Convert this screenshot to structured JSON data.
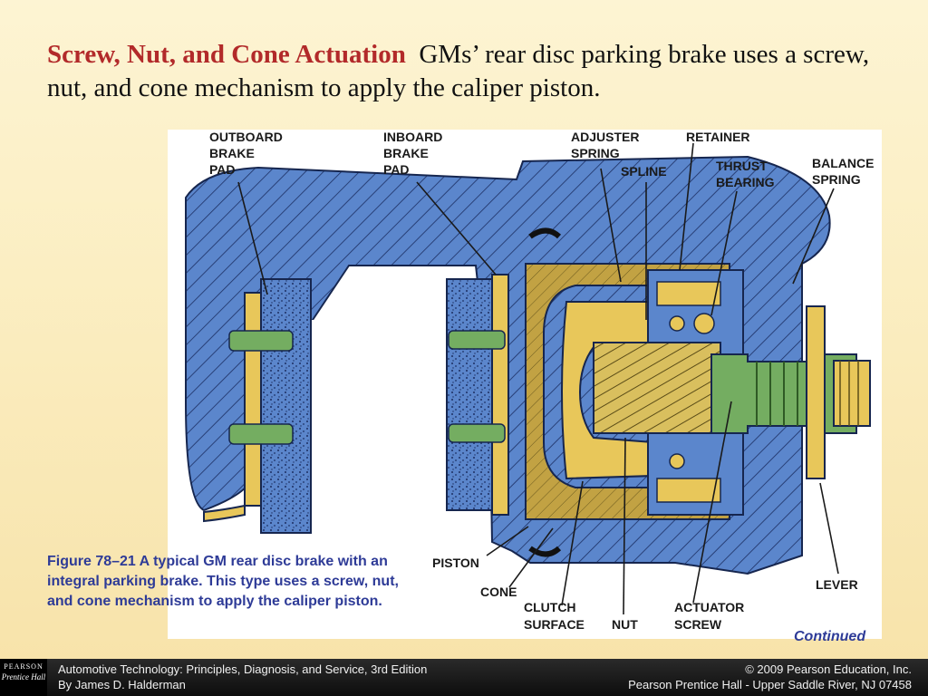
{
  "slide": {
    "title_highlight": "Screw, Nut, and Cone Actuation",
    "title_rest": "GMs’ rear disc parking brake uses a screw, nut, and cone mechanism to apply the caliper piston."
  },
  "figure": {
    "labels": {
      "outboard_1": "OUTBOARD",
      "outboard_2": "BRAKE",
      "outboard_3": "PAD",
      "inboard_1": "INBOARD",
      "inboard_2": "BRAKE",
      "inboard_3": "PAD",
      "adjuster_1": "ADJUSTER",
      "adjuster_2": "SPRING",
      "spline": "SPLINE",
      "retainer": "RETAINER",
      "thrust_1": "THRUST",
      "thrust_2": "BEARING",
      "balance_1": "BALANCE",
      "balance_2": "SPRING",
      "piston": "PISTON",
      "cone": "CONE",
      "clutch_1": "CLUTCH",
      "clutch_2": "SURFACE",
      "nut": "NUT",
      "actuator_1": "ACTUATOR",
      "actuator_2": "SCREW",
      "lever": "LEVER"
    },
    "caption": "Figure 78–21  A typical GM rear disc brake with an integral parking brake. This type uses a screw, nut, and cone mechanism to apply the caliper piston.",
    "continued": "Continued"
  },
  "footer": {
    "logo_line1": "PEARSON",
    "logo_line2": "Prentice Hall",
    "left_line1": "Automotive Technology: Principles, Diagnosis, and Service, 3rd Edition",
    "left_line2": "By James D. Halderman",
    "right_line1": "© 2009 Pearson Education, Inc.",
    "right_line2": "Pearson Prentice Hall - Upper Saddle River, NJ 07458"
  },
  "colors": {
    "caliper_blue": "#5b86cc",
    "pad_yellow": "#e8c75a",
    "piston_olive": "#c2a243",
    "screw_green": "#74ad61",
    "caption_blue": "#2e3b97",
    "title_red": "#b22a2a"
  }
}
